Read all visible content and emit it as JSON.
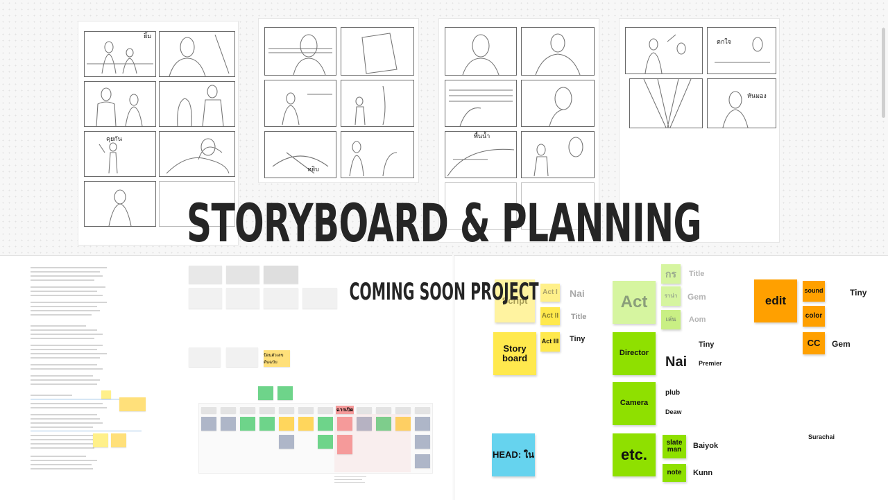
{
  "title": "STORYBOARD & PLANNING",
  "subtitle": "COMING SOON PROJECT",
  "storyboard_annotations": [
    "ยิ้ม",
    "คุยกัน",
    "หยิบ",
    "พื้นน้ำ",
    "ตกใจ",
    "หันมอง"
  ],
  "crew_board": {
    "script": "Script",
    "story_board": "Story board",
    "head": "HEAD: ใน",
    "act_i": "Act I",
    "act_ii": "Act II",
    "act_iii": "Act III",
    "nai": "Nai",
    "title_label": "Title",
    "tiny": "Tiny",
    "act": "Act",
    "kr": "กร",
    "title2": "Title",
    "ran": "ราน่า",
    "gem": "Gem",
    "len": "เล่น",
    "aom": "Aom",
    "director": "Director",
    "director_tiny": "Tiny",
    "director_nai": "Nai",
    "premier": "Premier",
    "camera": "Camera",
    "plub": "plub",
    "deaw": "Deaw",
    "etc": "etc.",
    "slate_man": "slate man",
    "baiyok": "Baiyok",
    "note": "note",
    "kunn": "Kunn",
    "edit": "edit",
    "sound": "sound",
    "tiny2": "Tiny",
    "color": "color",
    "cc": "CC",
    "gem2": "Gem",
    "surachai": "Surachai"
  },
  "planning_board": {
    "highlight_note": "ฉากเปิด",
    "side_note": "ป้อนตัวเลขต้นฉบับ"
  },
  "colors": {
    "yellow": "#ffe94d",
    "green": "#8fe000",
    "light_green": "#d6f5a0",
    "orange": "#ffa000",
    "cyan": "#66d3ee",
    "pale_yellow": "#fff3a0",
    "text_dark": "#252525"
  }
}
